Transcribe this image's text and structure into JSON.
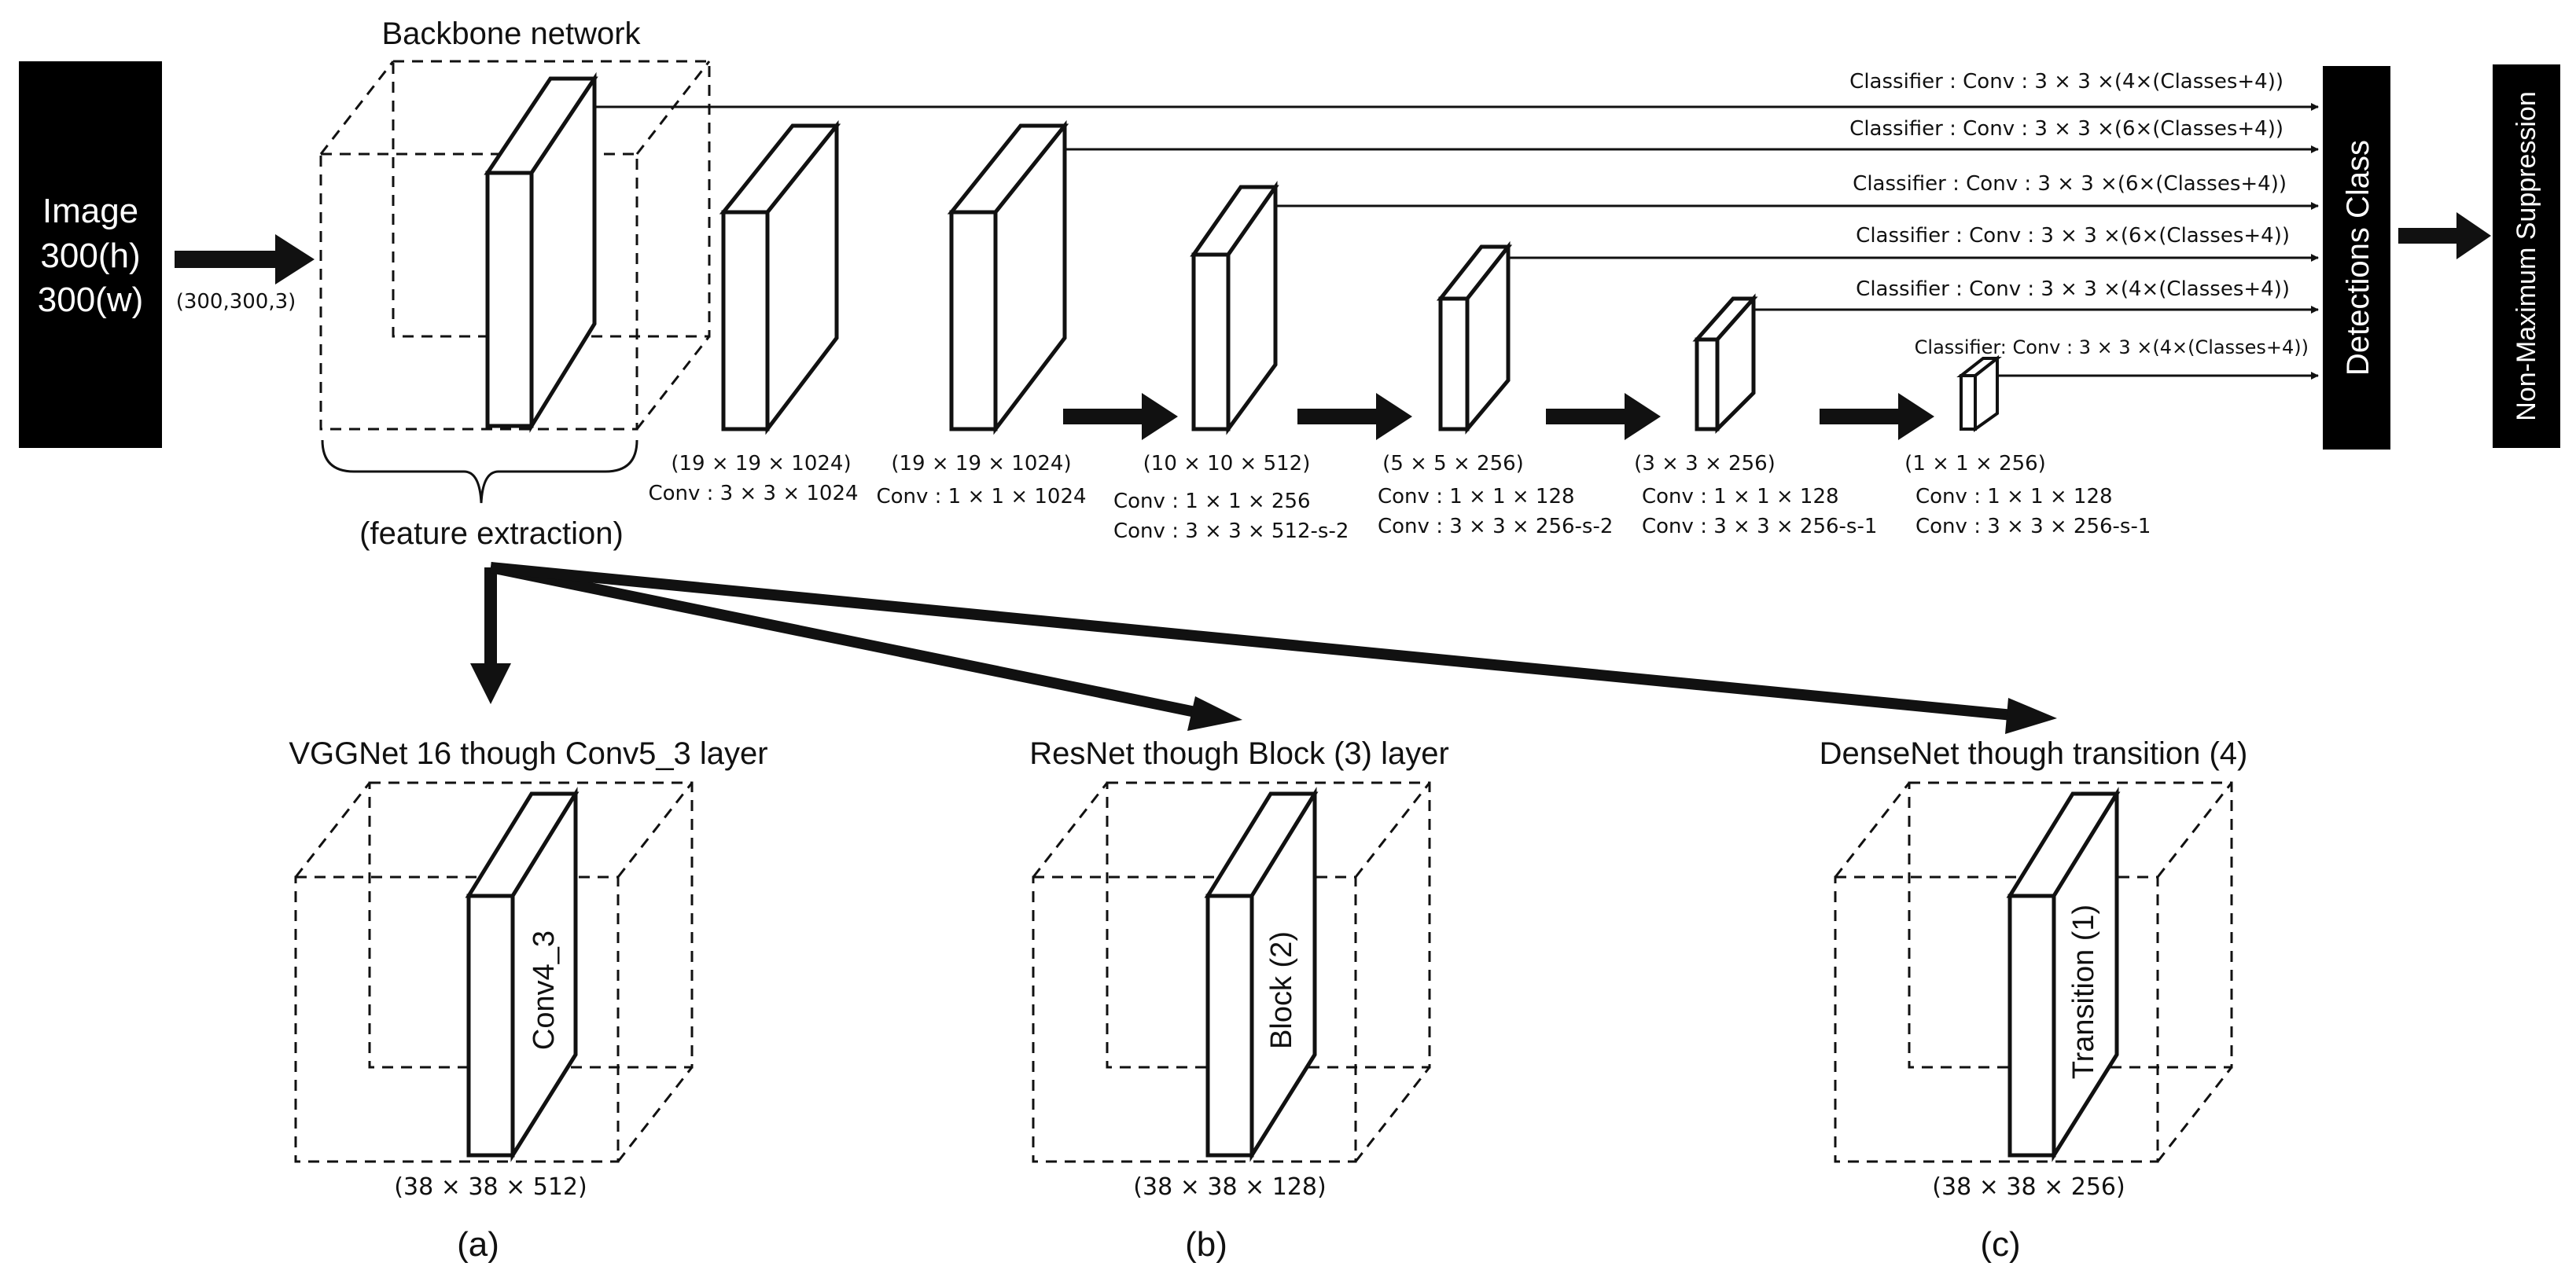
{
  "input": {
    "line1": "Image",
    "line2": "300(h)",
    "line3": "300(w)",
    "shape": "(300,300,3)"
  },
  "backbone": {
    "title": "Backbone network",
    "caption": "(feature extraction)"
  },
  "layers": [
    {
      "shape": "(19 × 19 × 1024)",
      "conv1": "Conv : 3 × 3 × 1024",
      "conv2": ""
    },
    {
      "shape": "(19 × 19 × 1024)",
      "conv1": "Conv : 1 × 1 × 1024",
      "conv2": ""
    },
    {
      "shape": "(10 × 10 × 512)",
      "conv1": "Conv : 1 × 1 × 256",
      "conv2": "Conv : 3 × 3 × 512-s-2"
    },
    {
      "shape": "(5 × 5 × 256)",
      "conv1": "Conv : 1 × 1 × 128",
      "conv2": "Conv : 3 × 3 × 256-s-2"
    },
    {
      "shape": "(3 × 3 × 256)",
      "conv1": "Conv : 1 × 1 × 128",
      "conv2": "Conv : 3 × 3 × 256-s-1"
    },
    {
      "shape": "(1 × 1 × 256)",
      "conv1": "Conv : 1 × 1 × 128",
      "conv2": "Conv : 3 × 3 × 256-s-1"
    }
  ],
  "classifiers": [
    "Classifier : Conv : 3 × 3 ×(4×(Classes+4))",
    "Classifier : Conv : 3 × 3 ×(6×(Classes+4))",
    "Classifier : Conv : 3 × 3 ×(6×(Classes+4))",
    "Classifier : Conv : 3 × 3 ×(6×(Classes+4))",
    "Classifier : Conv : 3 × 3 ×(4×(Classes+4))",
    "Classifier: Conv : 3 × 3 ×(4×(Classes+4))"
  ],
  "detections_label": "Detections Class",
  "nms_label": "Non-Maximum Suppression",
  "variants": [
    {
      "title": "VGGNet 16 though Conv5_3 layer",
      "layer": "Conv4_3",
      "shape": "(38 × 38 × 512)",
      "tag": "(a)"
    },
    {
      "title": "ResNet though Block (3) layer",
      "layer": "Block (2)",
      "shape": "(38 × 38 × 128)",
      "tag": "(b)"
    },
    {
      "title": "DenseNet though transition (4)",
      "layer": "Transition (1)",
      "shape": "(38 × 38 × 256)",
      "tag": "(c)"
    }
  ]
}
